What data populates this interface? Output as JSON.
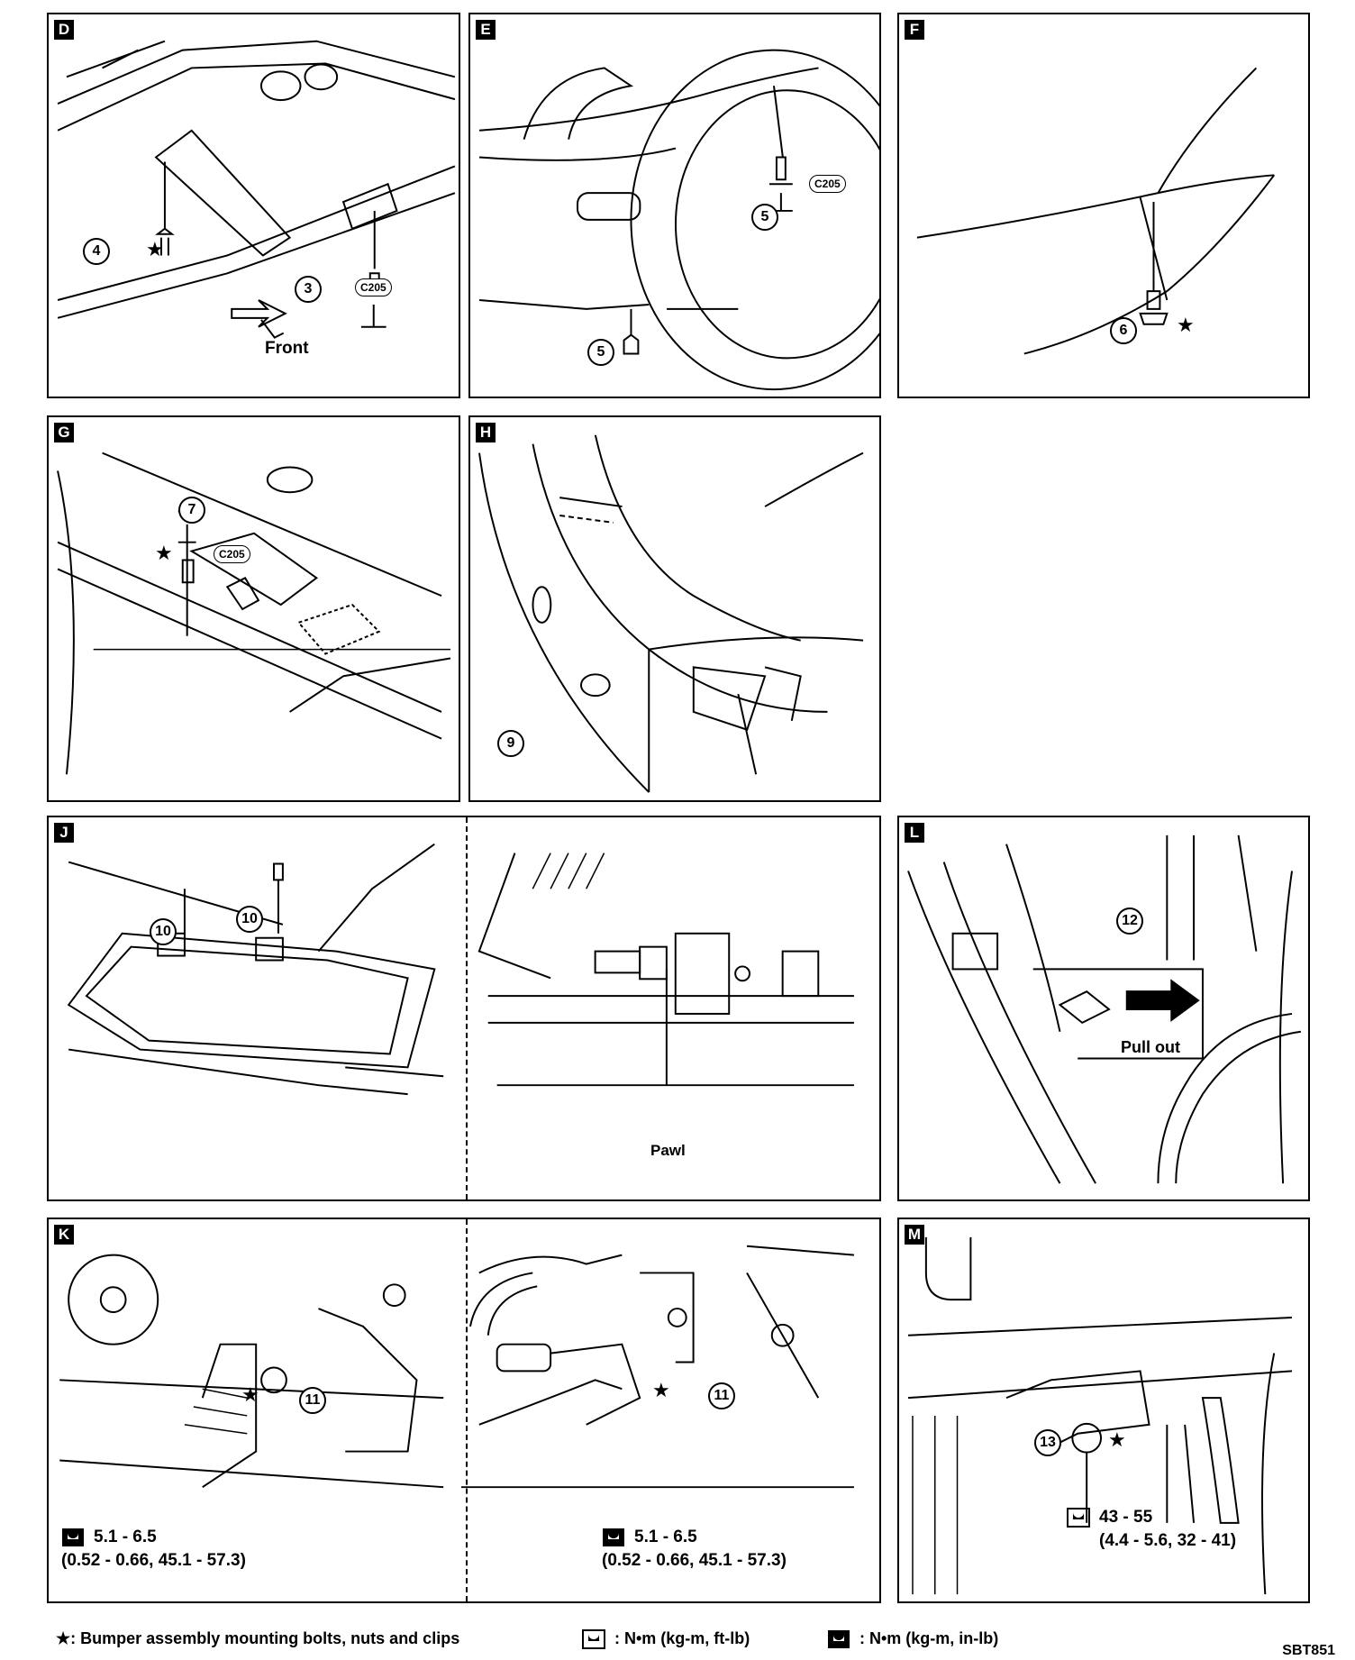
{
  "panels": {
    "D": {
      "letter": "D",
      "front_label": "Front",
      "parts": [
        "4",
        "3"
      ],
      "clip_code": "C205"
    },
    "E": {
      "letter": "E",
      "parts": [
        "5",
        "5"
      ],
      "clip_code": "C205"
    },
    "F": {
      "letter": "F",
      "parts": [
        "6"
      ]
    },
    "G": {
      "letter": "G",
      "parts": [
        "7"
      ],
      "clip_code": "C205"
    },
    "H": {
      "letter": "H",
      "parts": [
        "9"
      ]
    },
    "J": {
      "letter": "J",
      "parts": [
        "10",
        "10"
      ],
      "pawl_label": "Pawl"
    },
    "L": {
      "letter": "L",
      "parts": [
        "12"
      ],
      "pull_label": "Pull out"
    },
    "K": {
      "letter": "K",
      "parts": [
        "11",
        "11"
      ],
      "torque_1": "5.1 - 6.5",
      "torque_2": "(0.52 - 0.66, 45.1 - 57.3)"
    },
    "M": {
      "letter": "M",
      "parts": [
        "13"
      ],
      "torque_1": "43 - 55",
      "torque_2": "(4.4 - 5.6, 32 - 41)"
    }
  },
  "legend": {
    "star_text": "Bumper assembly mounting bolts, nuts and clips",
    "ftlb_text": ": N•m (kg-m, ft-lb)",
    "inlb_text": ": N•m (kg-m, in-lb)"
  },
  "figure_ref": "SBT851"
}
